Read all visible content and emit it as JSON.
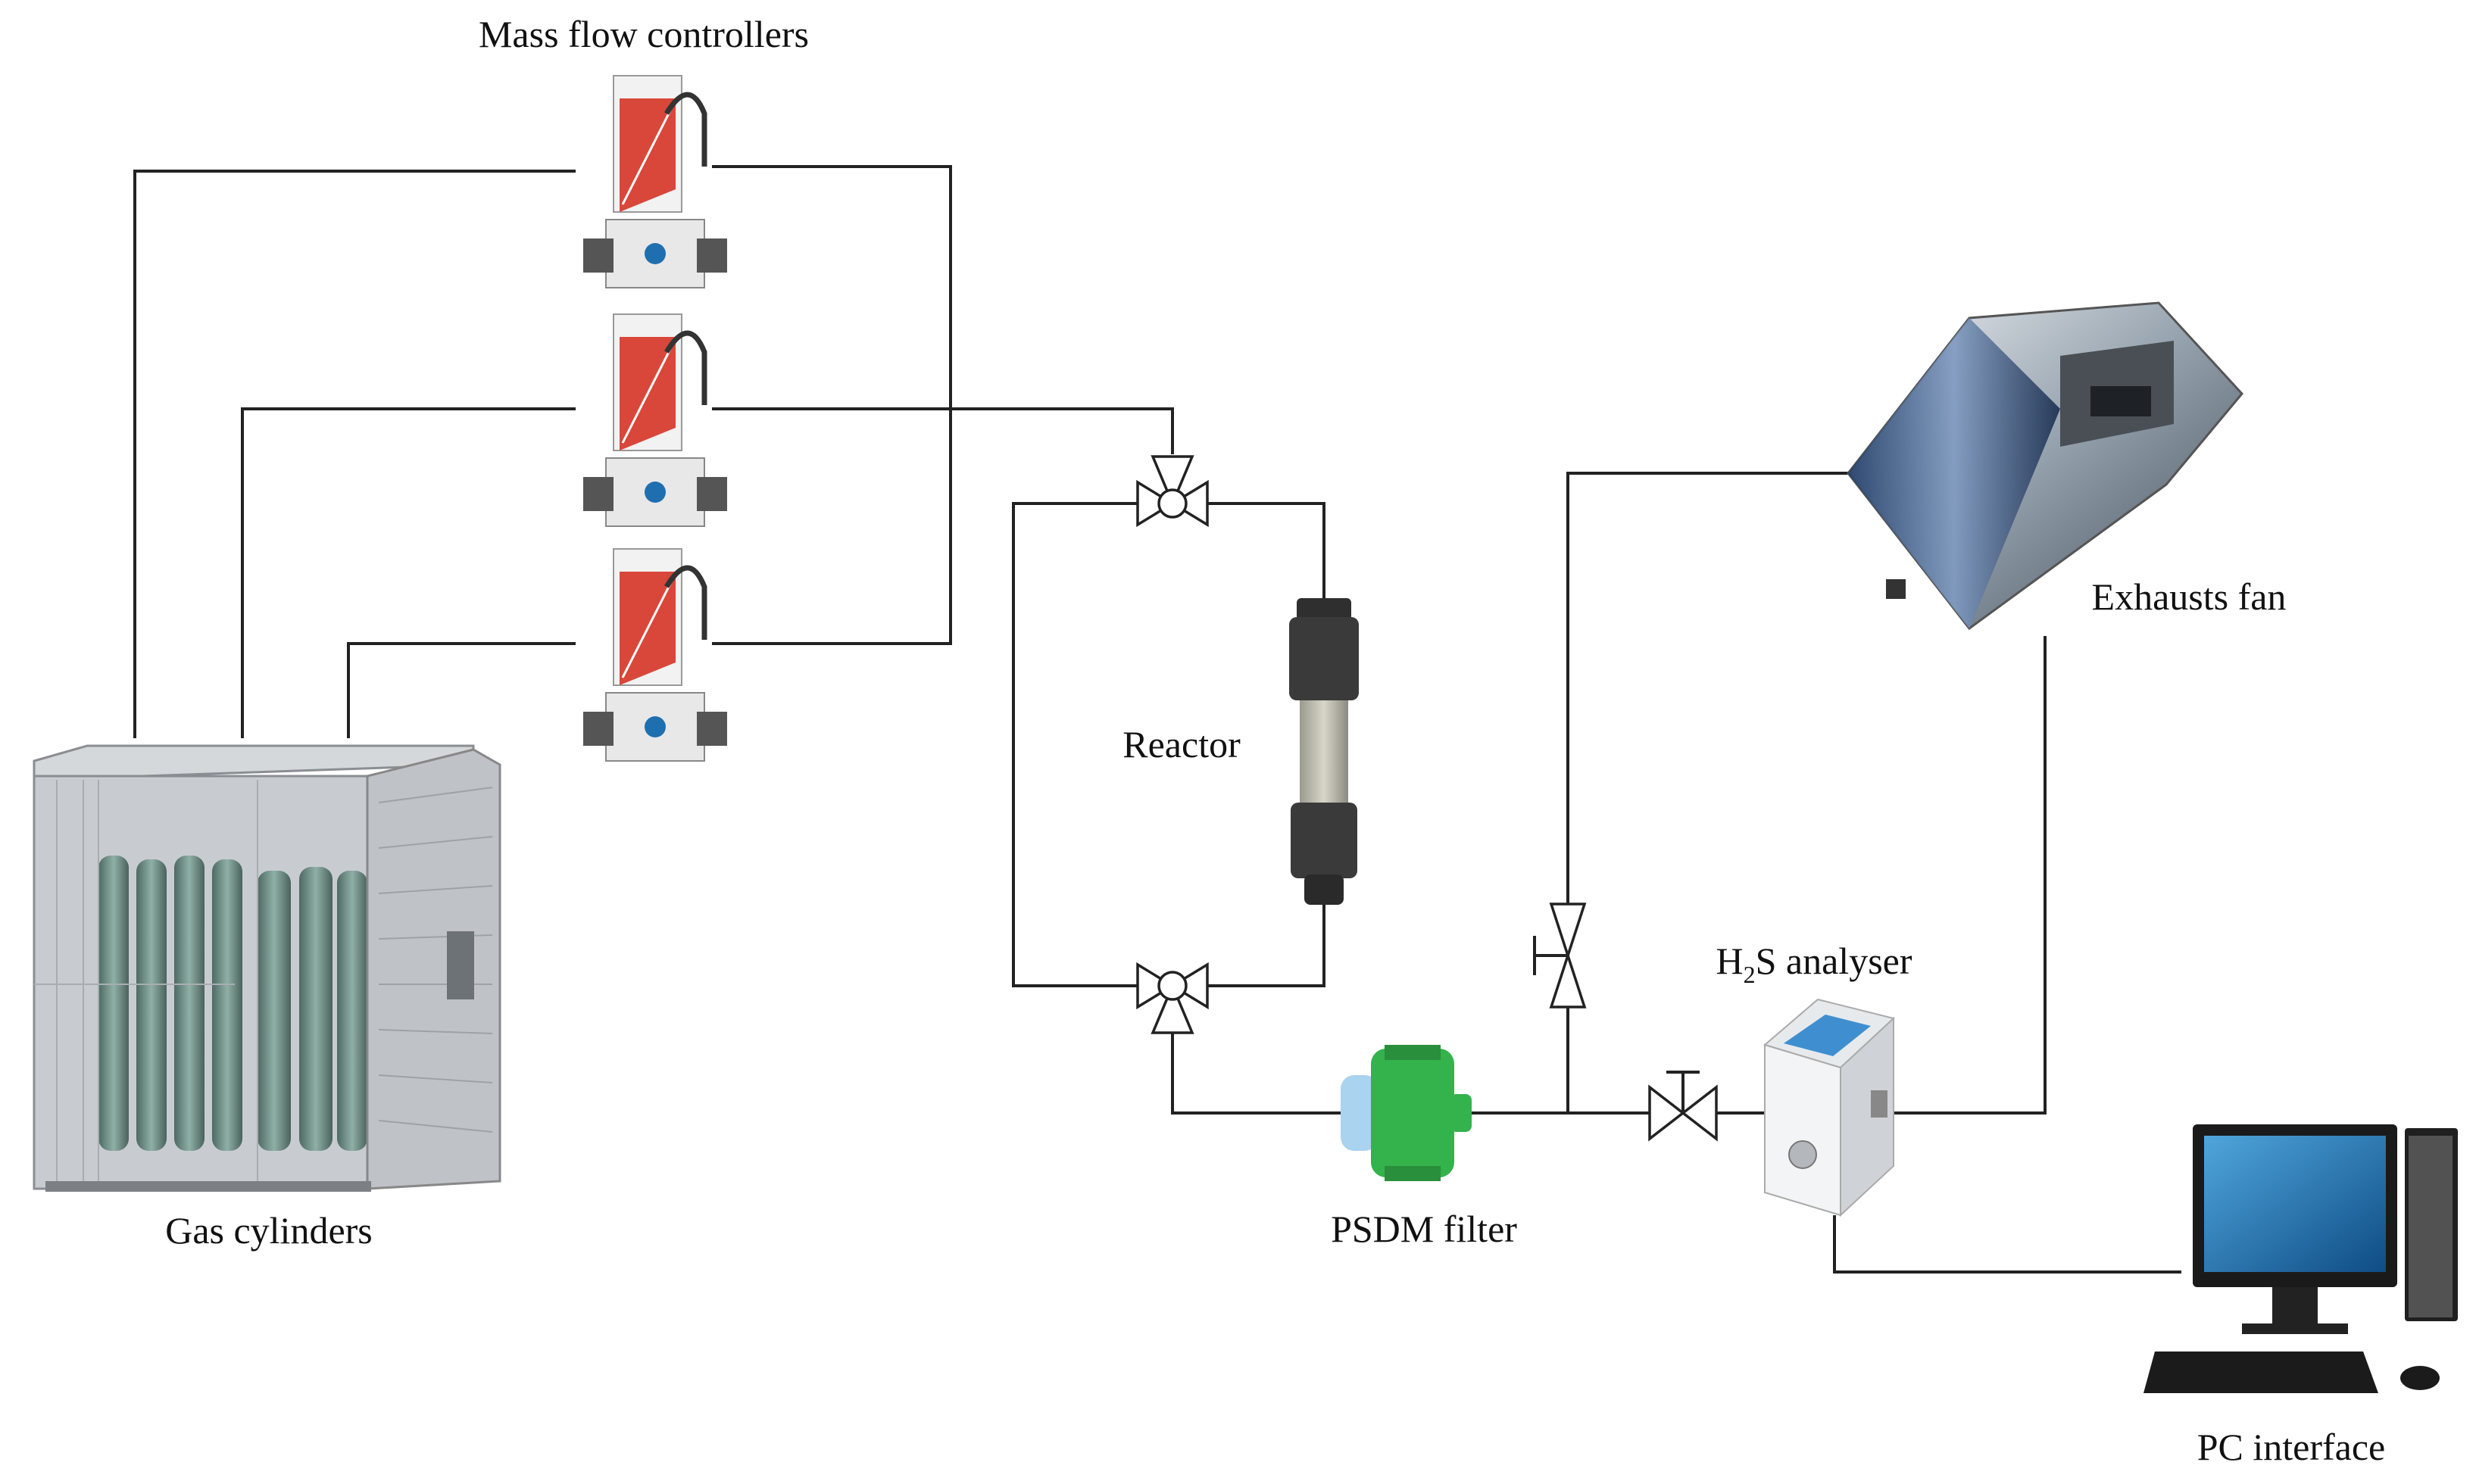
{
  "labels": {
    "mfc": "Mass flow controllers",
    "gas": "Gas cylinders",
    "reactor": "Reactor",
    "psdm": "PSDM filter",
    "h2s_pre": "H",
    "h2s_sub": "2",
    "h2s_post": "S analyser",
    "exhaust": "Exhausts fan",
    "pc": "PC interface"
  },
  "colors": {
    "mfc_red": "#d9473a",
    "filter_green": "#34b24c",
    "filter_blue": "#a9d3ee",
    "cabinet_grey": "#b9bdc1",
    "cylinder_green": "#5d7f78",
    "monitor_blue": "#1f6fb0",
    "analyser_blue": "#3f8fd0"
  }
}
